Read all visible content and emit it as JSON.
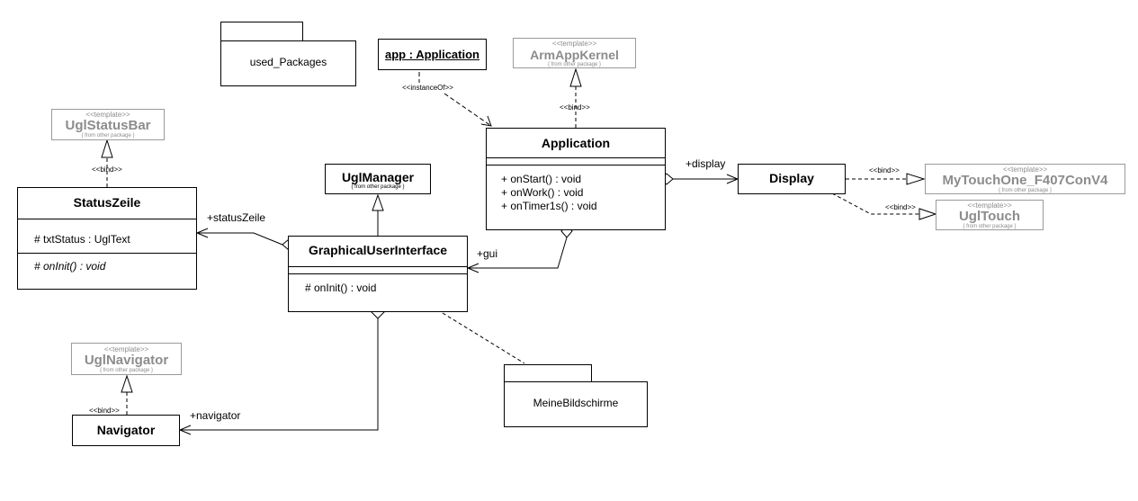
{
  "packages": {
    "used": "used_Packages",
    "meine": "MeineBildschirme"
  },
  "app_instance": {
    "label": "app : Application"
  },
  "arm_kernel": {
    "stereotype": "<<template>>",
    "name": "ArmAppKernel",
    "source": "{ from other package }"
  },
  "ugl_status_bar": {
    "stereotype": "<<template>>",
    "name": "UglStatusBar",
    "source": "{ from other package }"
  },
  "ugl_manager": {
    "name": "UglManager",
    "source": "{ from other package }"
  },
  "ugl_navigator": {
    "stereotype": "<<template>>",
    "name": "UglNavigator",
    "source": "{ from other package }"
  },
  "my_touch": {
    "stereotype": "<<template>>",
    "name": "MyTouchOne_F407ConV4",
    "source": "{ from other package }"
  },
  "ugl_touch": {
    "stereotype": "<<template>>",
    "name": "UglTouch",
    "source": "{ from other package }"
  },
  "application": {
    "name": "Application",
    "operations": [
      "+ onStart() : void",
      "+ onWork() : void",
      "+ onTimer1s() : void"
    ]
  },
  "display": {
    "name": "Display"
  },
  "status_zeile": {
    "name": "StatusZeile",
    "attributes": [
      "# txtStatus : UglText"
    ],
    "operations": [
      "# onInit() : void"
    ]
  },
  "gui": {
    "name": "GraphicalUserInterface",
    "operations": [
      "# onInit() : void"
    ]
  },
  "navigator": {
    "name": "Navigator"
  },
  "connector_labels": {
    "instance_of": "<<instanceOf>>",
    "bind": "<<bind>>",
    "display_role": "+display",
    "status_zeile_role": "+statusZeile",
    "gui_role": "+gui",
    "navigator_role": "+navigator"
  }
}
